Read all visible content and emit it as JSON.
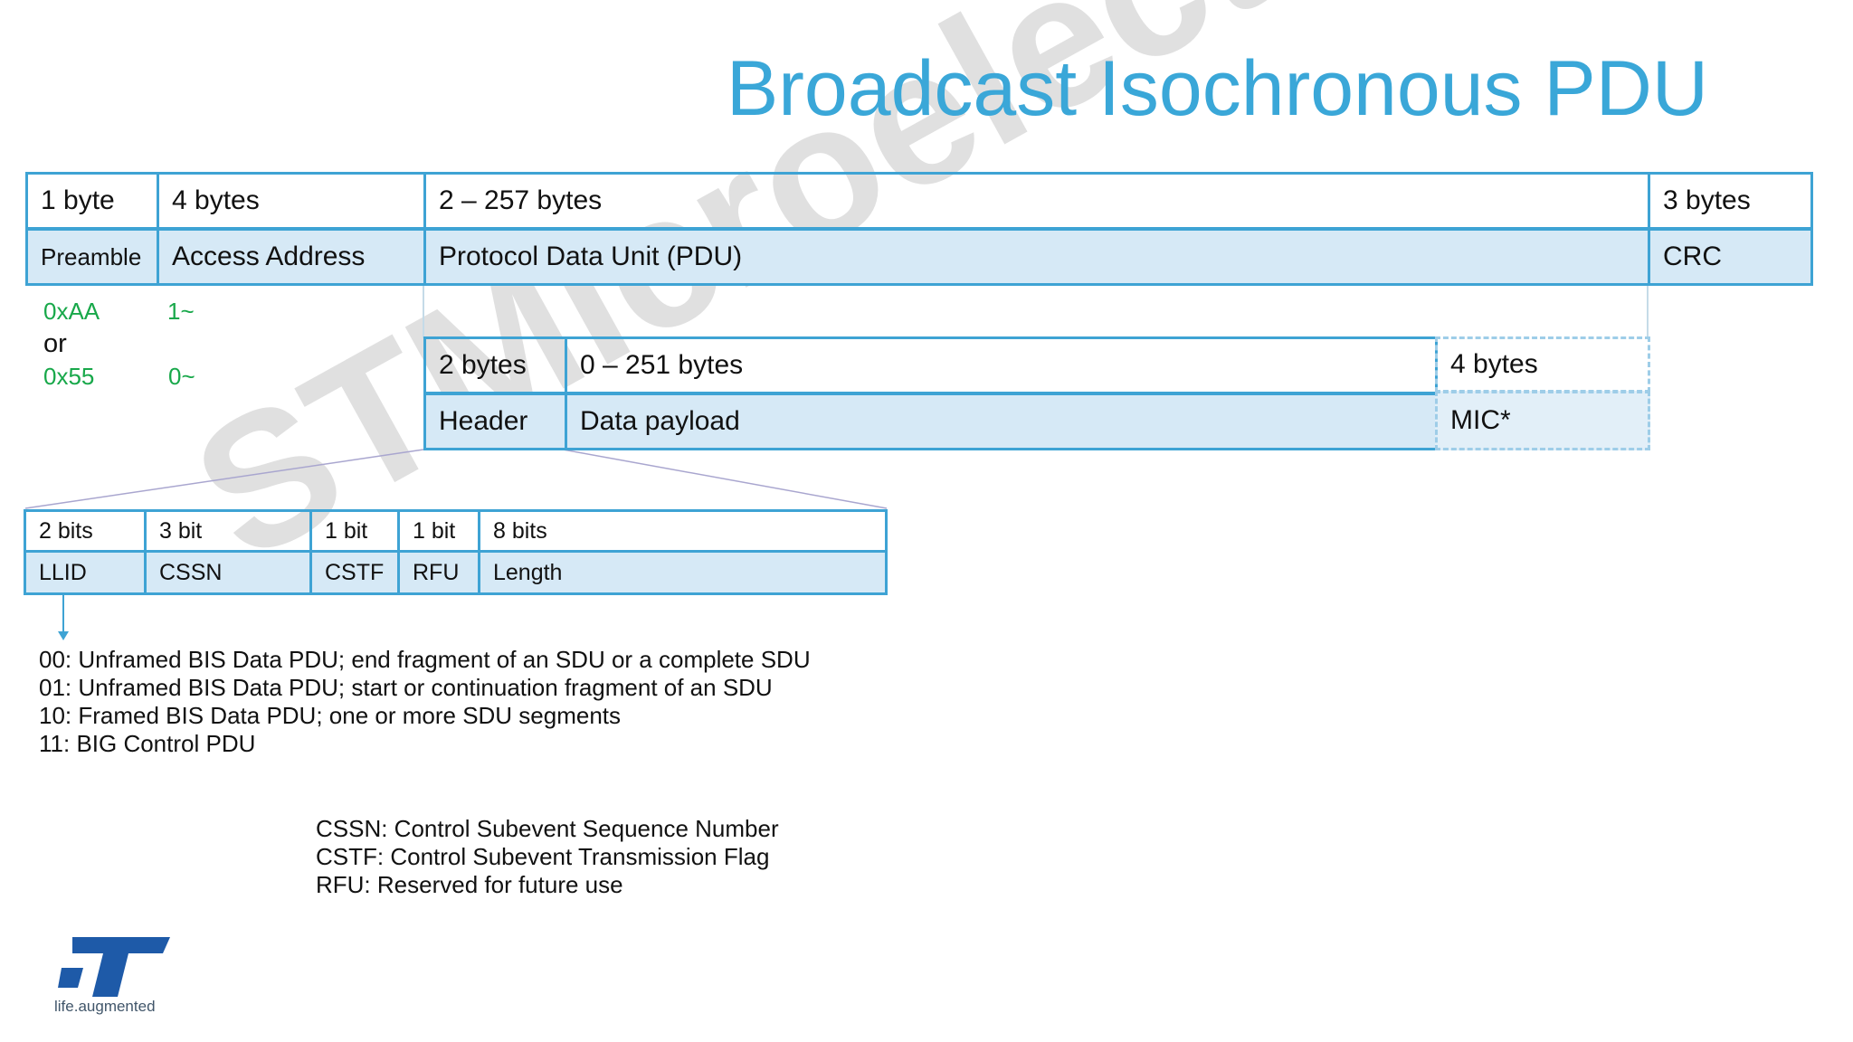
{
  "title": "Broadcast Isochronous PDU",
  "watermark": "STMicroelectronics",
  "packet": {
    "sizes": [
      "1 byte",
      "4 bytes",
      "2 – 257 bytes",
      "3 bytes"
    ],
    "fields": [
      "Preamble",
      "Access Address",
      "Protocol Data Unit (PDU)",
      "CRC"
    ]
  },
  "preamble_values": {
    "v1": "0xAA",
    "sep": "or",
    "v2": "0x55"
  },
  "access_address_values": {
    "v1": "1~",
    "v2": "0~"
  },
  "pdu": {
    "sizes": [
      "2 bytes",
      "0 – 251 bytes",
      "4 bytes"
    ],
    "fields": [
      "Header",
      "Data payload",
      "MIC*"
    ]
  },
  "header": {
    "sizes": [
      "2 bits",
      "3 bit",
      "1 bit",
      "1 bit",
      "8 bits"
    ],
    "fields": [
      "LLID",
      "CSSN",
      "CSTF",
      "RFU",
      "Length"
    ]
  },
  "llid_codes": [
    "00: Unframed BIS Data PDU; end fragment of an SDU or a complete SDU",
    "01: Unframed BIS Data PDU; start or continuation fragment of an SDU",
    "10: Framed BIS Data PDU; one or more SDU segments",
    "11: BIG Control PDU"
  ],
  "abbreviations": [
    "CSSN: Control Subevent Sequence Number",
    "CSTF: Control Subevent Transmission Flag",
    "RFU: Reserved for future use"
  ],
  "logo": {
    "mark": "ST",
    "tagline": "life.augmented"
  },
  "colors": {
    "title": "#3aa7d8",
    "border": "#3ea3d4",
    "fill": "#d6e9f6",
    "hex_values": "#18a84a",
    "logo": "#1e5aa8"
  }
}
